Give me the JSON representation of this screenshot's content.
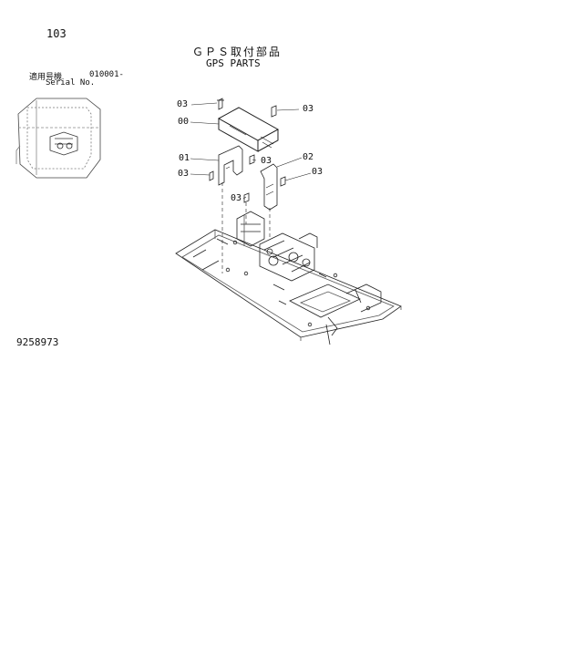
{
  "page_number": "103",
  "title_jp": "ＧＰＳ取付部品",
  "title_en": "GPS PARTS",
  "serial": {
    "label_jp": "適用号機",
    "number": "010001-",
    "label_en": "Serial No."
  },
  "drawing_number": "9258973",
  "callouts": [
    "03",
    "00",
    "01",
    "03",
    "03",
    "02",
    "03",
    "03",
    "03"
  ]
}
